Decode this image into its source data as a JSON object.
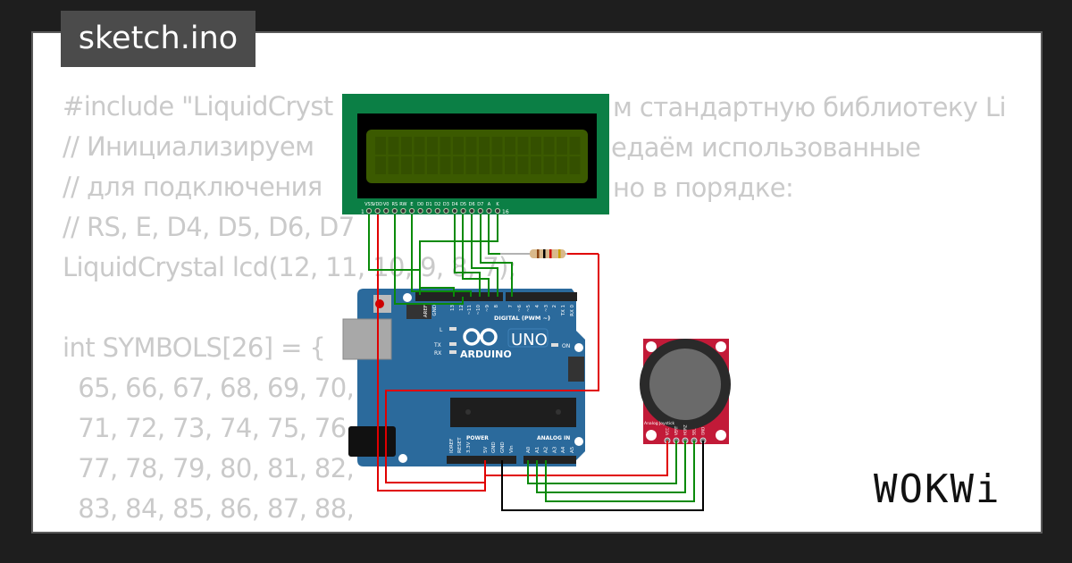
{
  "title": "sketch.ino",
  "code": {
    "lines": [
      "#include \"LiquidCryst",
      "// Инициализируем",
      "// для подключения",
      "// RS, E, D4, D5, D6, D7",
      "LiquidCrystal lcd(12, 11, 10, 9, 8, 7);",
      "",
      "int SYMBOLS[26] = {",
      "  65, 66, 67, 68, 69, 70,",
      "  71, 72, 73, 74, 75, 76,",
      "  77, 78, 79, 80, 81, 82,",
      "  83, 84, 85, 86, 87, 88,"
    ],
    "right_fragments": [
      "м стандартную библиотеку Li",
      "едаём использованные",
      "но в порядке:"
    ]
  },
  "lcd": {
    "pin_labels": [
      "VSS",
      "VDD",
      "V0",
      "RS",
      "RW",
      "E",
      "D0",
      "D1",
      "D2",
      "D3",
      "D4",
      "D5",
      "D6",
      "D7",
      "A",
      "K"
    ],
    "first_pin": "1",
    "last_pin": "16",
    "board_color": "#0b7f45",
    "screen_color": "#3b5a00"
  },
  "arduino": {
    "brand": "ARDUINO",
    "model": "UNO",
    "digital_label": "DIGITAL (PWM ~)",
    "digital_pins": [
      "AREF",
      "GND",
      "13",
      "12",
      "~11",
      "~10",
      "~9",
      "8",
      "7",
      "~6",
      "~5",
      "4",
      "~3",
      "2",
      "TX 1",
      "RX 0"
    ],
    "power_label": "POWER",
    "power_pins": [
      "IOREF",
      "RESET",
      "3.3V",
      "5V",
      "GND",
      "GND",
      "Vin"
    ],
    "analog_label": "ANALOG IN",
    "analog_pins": [
      "A0",
      "A1",
      "A2",
      "A3",
      "A4",
      "A5"
    ],
    "leds": [
      "L",
      "TX",
      "RX",
      "ON"
    ],
    "board_color": "#2b6a9c"
  },
  "joystick": {
    "label": "Analog Joystick",
    "pins": [
      "VCC",
      "VERT",
      "HORZ",
      "SEL",
      "GND"
    ],
    "board_color": "#c21a38"
  },
  "logo": "WOKWi",
  "colors": {
    "wire_red": "#e00000",
    "wire_green": "#0a8a0a",
    "wire_black": "#000000"
  }
}
